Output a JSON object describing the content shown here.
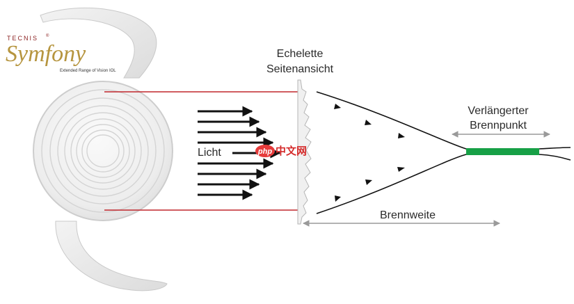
{
  "logo": {
    "brand": "TECNIS",
    "mark": "®",
    "word": "Symfony",
    "subtitle": "Extended Range of Vision IOL"
  },
  "labels": {
    "echelette_line1": "Echelette",
    "echelette_line2": "Seitenansicht",
    "extended_focus_line1": "Verlängerter",
    "extended_focus_line2": "Brennpunkt",
    "light": "Licht",
    "focal_length": "Brennweite"
  },
  "watermark": {
    "badge": "php",
    "text": "中文网"
  },
  "colors": {
    "beam_lines": "#c0262c",
    "arrows": "#111111",
    "focus_zone": "#17a046",
    "dimension_arrows": "#9a9a9a",
    "lens": "#ececec",
    "logo_brand": "#8a1f1f",
    "logo_word": "#b6953f",
    "watermark_badge": "#e63b3b"
  }
}
